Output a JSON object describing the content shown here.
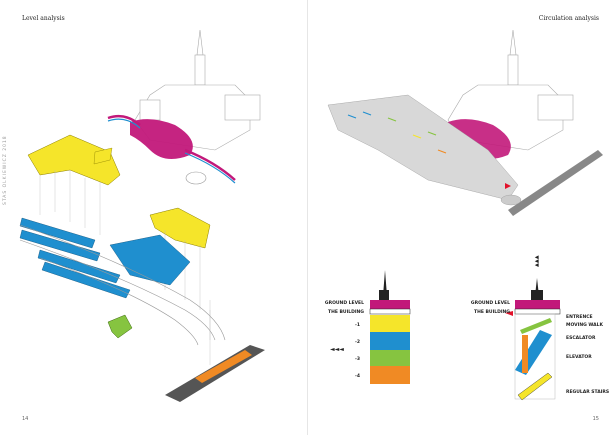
{
  "left_page": {
    "title": "Level analysis",
    "page_number": "14",
    "side_text": "STAS OLKIEWICZ 2018"
  },
  "right_page": {
    "title": "Circulation analysis",
    "page_number": "15"
  },
  "level_legend": {
    "labels": [
      "GROUND LEVEL",
      "THE BUILDING",
      "-1",
      "-2",
      "-3",
      "-4"
    ],
    "colors": {
      "building": "#c2187a",
      "level_-1": "#f5e52a",
      "level_-2": "#1f8fcf",
      "level_-3": "#86c440",
      "level_-4": "#f08a24"
    },
    "arrow_glyph": "◄◄◄"
  },
  "circulation_legend": {
    "labels": [
      "GROUND LEVEL",
      "THE BUILDING",
      "ENTRENCE",
      "MOVING WALK",
      "ESCALATOR",
      "ELEVATOR",
      "REGULAR STAIRS"
    ],
    "arrow_glyph": "▲▲▲"
  }
}
